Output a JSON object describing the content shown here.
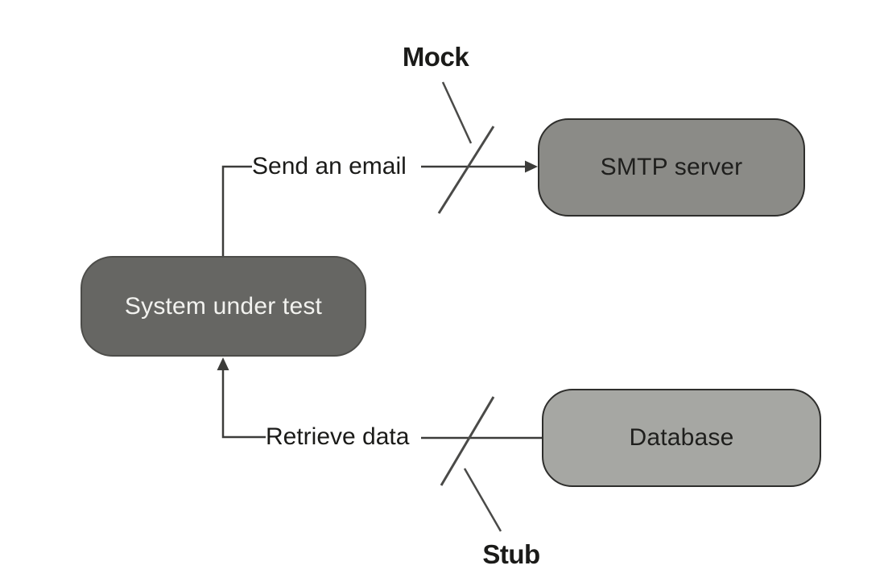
{
  "diagram": {
    "nodes": {
      "sut": {
        "label": "System under test"
      },
      "smtp": {
        "label": "SMTP server"
      },
      "db": {
        "label": "Database"
      }
    },
    "edges": {
      "send_email": {
        "label": "Send an email",
        "from": "System under test",
        "to": "SMTP server"
      },
      "retrieve_data": {
        "label": "Retrieve data",
        "from": "Database",
        "to": "System under test"
      }
    },
    "annotations": {
      "mock": {
        "label": "Mock",
        "applies_to": "Send an email link"
      },
      "stub": {
        "label": "Stub",
        "applies_to": "Retrieve data link"
      }
    },
    "colors": {
      "background": "#ffffff",
      "sut_fill": "#666663",
      "sut_border": "#4d4d4a",
      "sut_text": "#f2f2ef",
      "smtp_fill": "#8b8b87",
      "smtp_border": "#2e2e2c",
      "smtp_text": "#1f1f1d",
      "db_fill": "#a6a7a3",
      "db_border": "#2e2e2c",
      "db_text": "#1f1f1d",
      "line": "#3c3c3a",
      "slash": "#4a4a48",
      "annotation_text": "#1b1b19"
    }
  }
}
